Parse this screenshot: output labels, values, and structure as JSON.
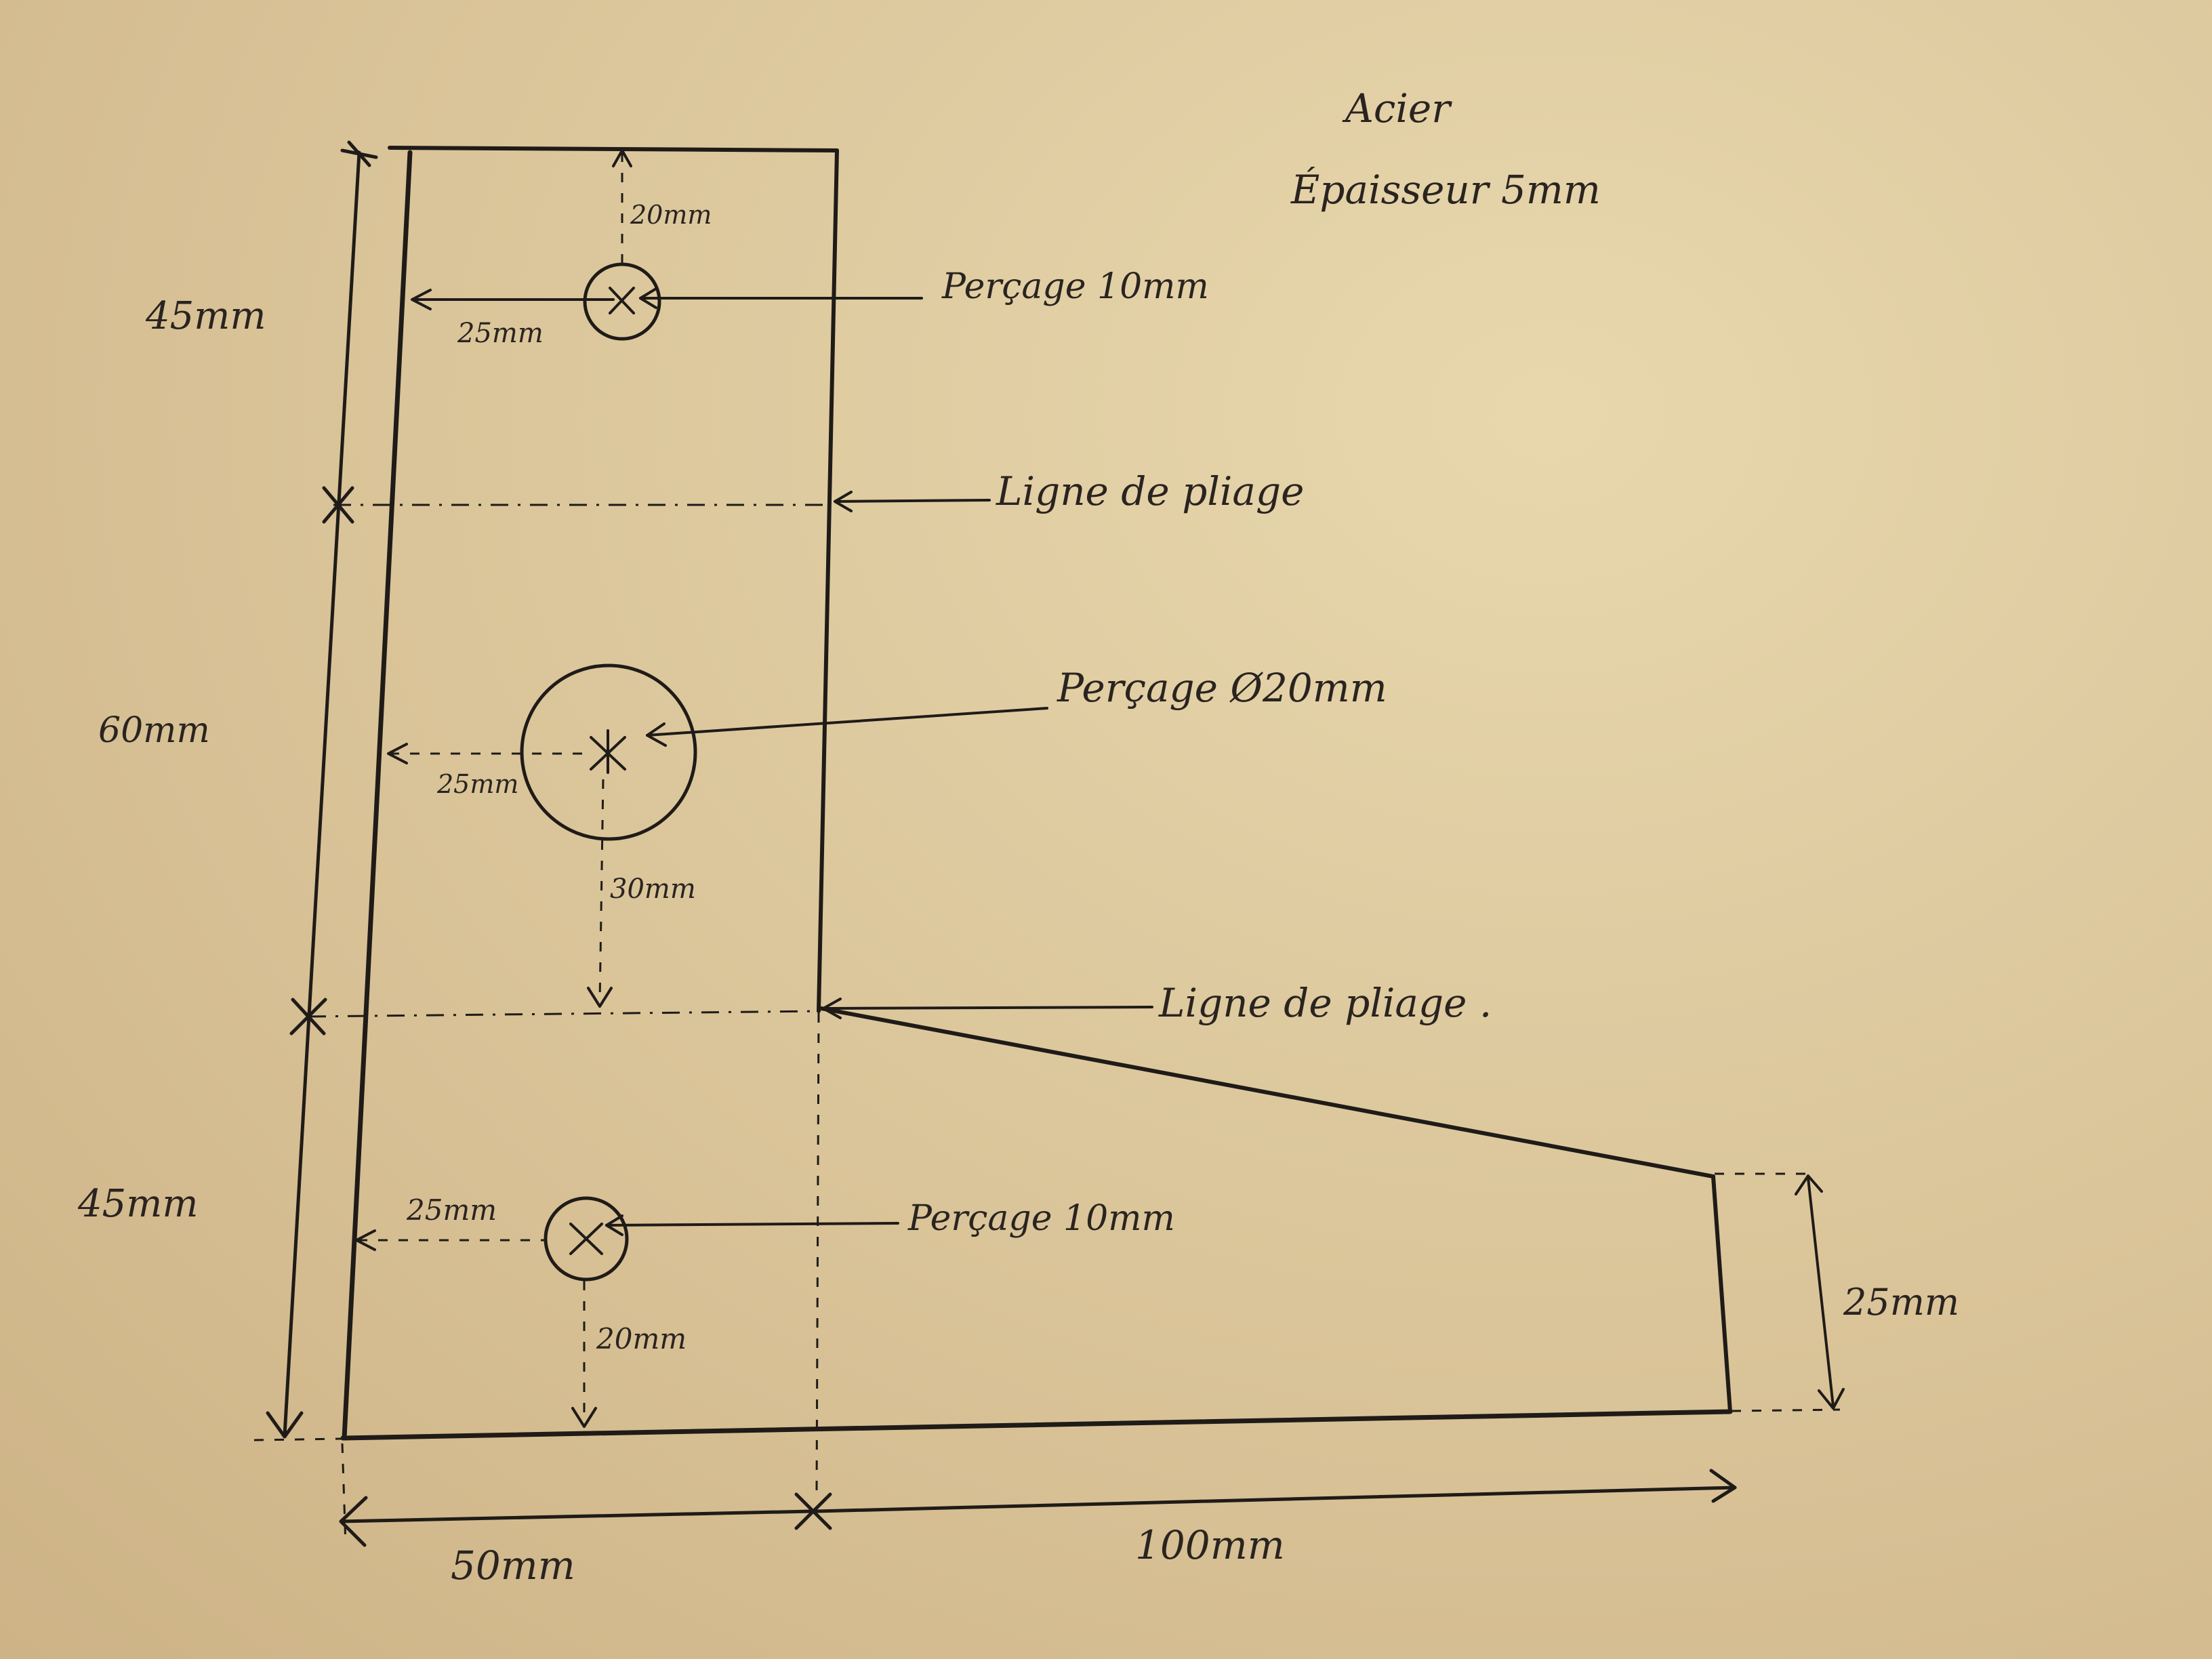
{
  "notes": {
    "material": "Acier",
    "thickness": "Épaisseur 5mm"
  },
  "callouts": {
    "hole_top": "Perçage 10mm",
    "fold_line_1": "Ligne de pliage",
    "hole_middle": "Perçage Ø20mm",
    "fold_line_2": "Ligne de pliage .",
    "hole_bottom": "Perçage 10mm"
  },
  "dimensions": {
    "left_top": "45mm",
    "left_middle": "60mm",
    "left_bottom": "45mm",
    "top_hole_from_top": "20mm",
    "top_hole_from_left": "25mm",
    "middle_hole_from_left": "25mm",
    "middle_hole_to_fold": "30mm",
    "bottom_hole_from_left": "25mm",
    "bottom_hole_from_bottom": "20mm",
    "right_edge_height": "25mm",
    "bottom_left_width": "50mm",
    "bottom_right_width": "100mm"
  },
  "colors": {
    "paper": "#dcc79c",
    "ink": "#1f1b18"
  }
}
